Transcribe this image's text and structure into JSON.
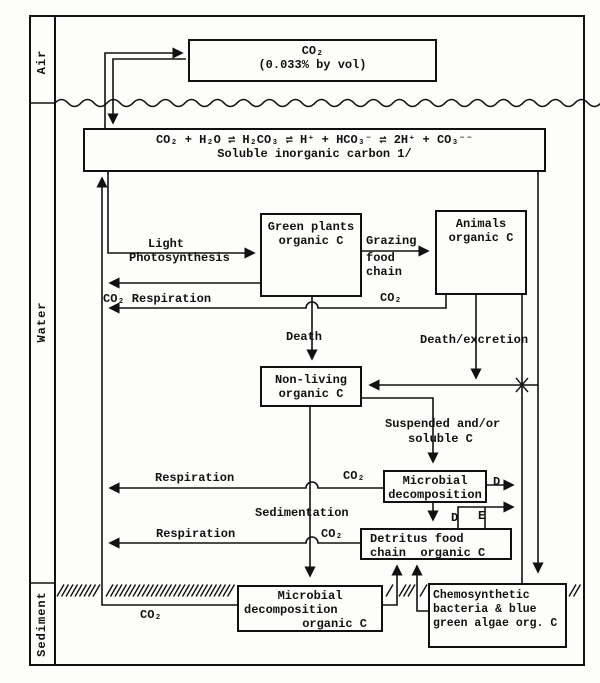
{
  "regions": {
    "air": "Air",
    "water": "Water",
    "sediment": "Sediment"
  },
  "boxes": {
    "co2_air": {
      "line1": "CO₂",
      "line2": "(0.033% by vol)"
    },
    "equation": {
      "line1": "CO₂ + H₂O ⇌ H₂CO₃ ⇌ H⁺ + HCO₃⁻ ⇌ 2H⁺ + CO₃⁻⁻",
      "line2": "Soluble inorganic carbon 1/"
    },
    "green_plants": {
      "line1": "Green plants",
      "line2": "organic C"
    },
    "animals": {
      "line1": "Animals",
      "line2": "organic C"
    },
    "non_living": {
      "line1": "Non-living",
      "line2": "organic C"
    },
    "microbial_water": {
      "line1": "Microbial",
      "line2": "decomposition"
    },
    "detritus": {
      "line1": "Detritus food",
      "line2": "chain  organic C"
    },
    "microbial_sediment": {
      "line1": "Microbial",
      "line2": "decomposition",
      "line3": "organic C"
    },
    "chemosynthetic": {
      "line1": "Chemosynthetic",
      "line2": "bacteria & blue",
      "line3": "green algae org. C"
    }
  },
  "labels": {
    "light": "Light",
    "photosynthesis": "Photosynthesis",
    "grazing": "Grazing",
    "food": "food",
    "chain": "chain",
    "co2_respiration": "CO₂ Respiration",
    "co2_animals": "CO₂",
    "death": "Death",
    "death_excretion": "Death/excretion",
    "suspended1": "Suspended and/or",
    "suspended2": "soluble C",
    "respiration_mid": "Respiration",
    "co2_mid": "CO₂",
    "sedimentation": "Sedimentation",
    "respiration_low": "Respiration",
    "co2_low": "CO₂",
    "d_out": "D",
    "d_in": "D",
    "e_in": "E",
    "co2_sediment": "CO₂"
  },
  "colors": {
    "ink": "#111111",
    "paper": "#fdfdfb"
  }
}
